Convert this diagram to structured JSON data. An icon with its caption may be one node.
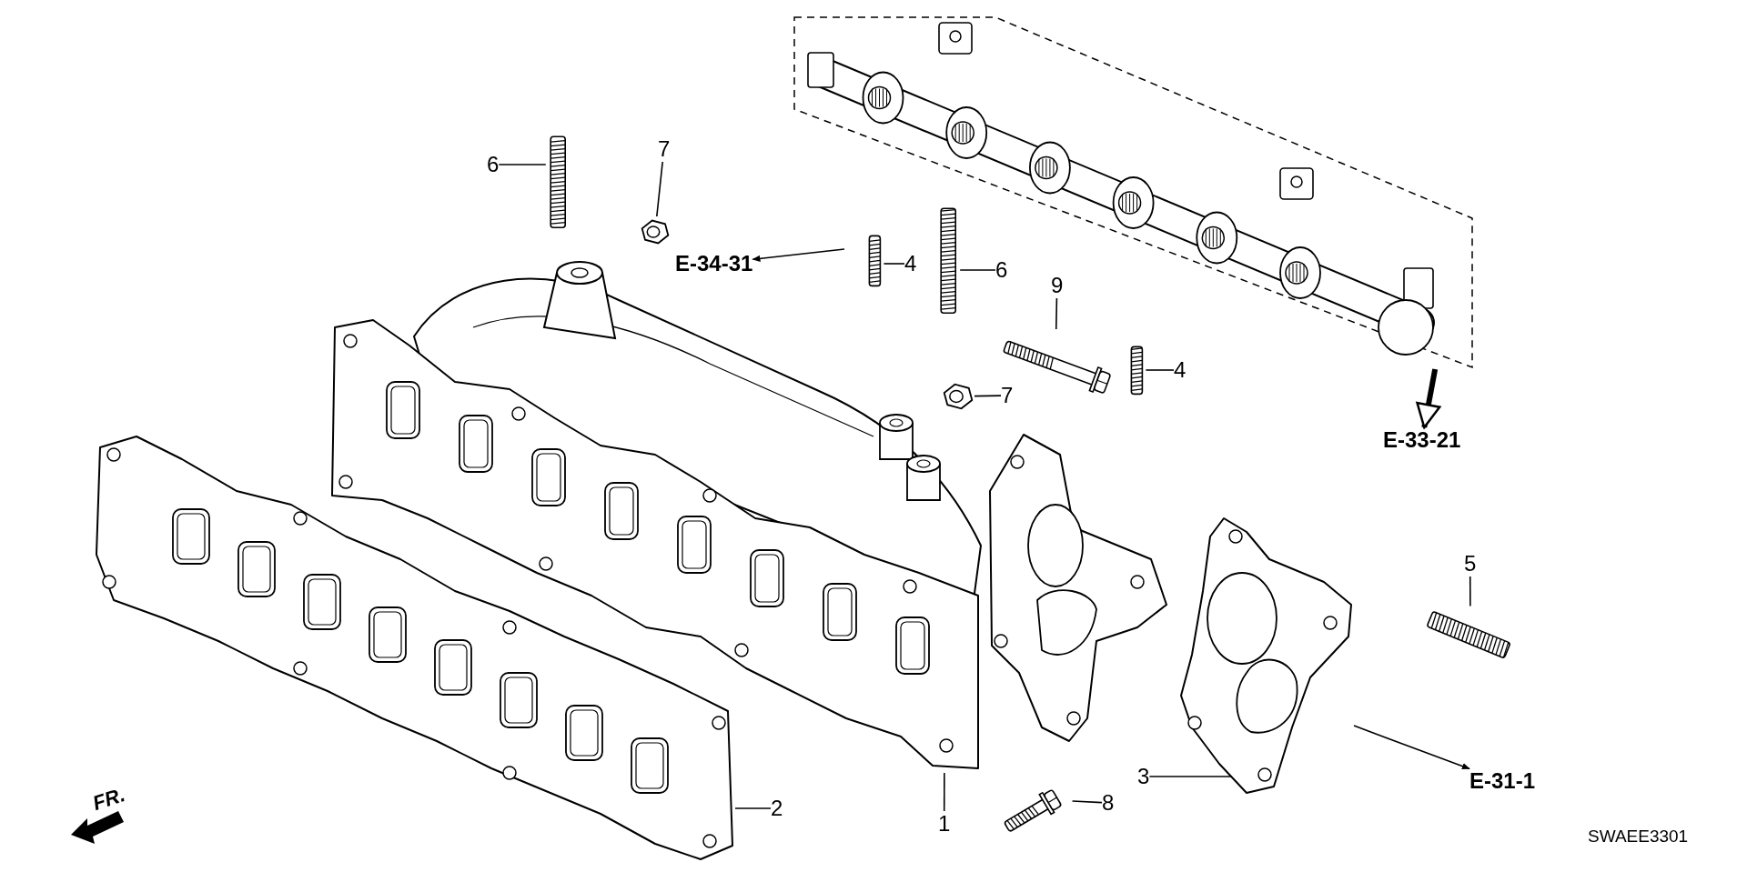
{
  "diagram": {
    "nodes": [
      {
        "text": [
          "6"
        ]
      },
      {
        "text": [],
        "shape": "picture"
      },
      {
        "text": [
          "7"
        ]
      },
      {
        "text": [],
        "shape": "picture"
      },
      {
        "text": [
          "E-34-31"
        ]
      },
      {
        "text": [
          "4"
        ]
      },
      {
        "text": [],
        "shape": "picture"
      },
      {
        "text": [
          "6"
        ]
      },
      {
        "text": [],
        "shape": "picture"
      },
      {
        "text": [
          "9"
        ]
      },
      {
        "text": [],
        "shape": "picture"
      },
      {
        "text": [
          "4"
        ]
      },
      {
        "text": [],
        "shape": "picture"
      },
      {
        "text": [
          "7"
        ]
      },
      {
        "text": [],
        "shape": "picture"
      },
      {
        "text": [],
        "shape": "picture"
      },
      {
        "text": [
          "E-33-21"
        ]
      },
      {
        "text": [],
        "shape": "picture"
      },
      {
        "text": [],
        "shape": "picture"
      },
      {
        "text": [],
        "shape": "picture"
      },
      {
        "text": [
          "5"
        ]
      },
      {
        "text": [],
        "shape": "picture"
      },
      {
        "text": [
          "E-31-1"
        ]
      },
      {
        "text": [
          "1"
        ]
      },
      {
        "text": [
          "8"
        ]
      },
      {
        "text": [],
        "shape": "picture"
      },
      {
        "text": [
          "2"
        ]
      },
      {
        "text": [
          "3"
        ]
      }
    ],
    "edges": [
      {
        "from": 0,
        "to": 1,
        "arrow": "none"
      },
      {
        "from": 2,
        "to": 3,
        "arrow": "none"
      },
      {
        "from": 5,
        "to": 6,
        "arrow": "none"
      },
      {
        "from": 7,
        "to": 8,
        "arrow": "none"
      },
      {
        "from": 9,
        "to": 10,
        "arrow": "none"
      },
      {
        "from": 11,
        "to": 12,
        "arrow": "none"
      },
      {
        "from": 13,
        "to": 14,
        "arrow": "none"
      },
      {
        "from": 20,
        "to": 21,
        "arrow": "none"
      },
      {
        "from": 23,
        "to": 17,
        "arrow": "none"
      },
      {
        "from": 24,
        "to": 25,
        "arrow": "none"
      },
      {
        "from": 26,
        "to": 18,
        "arrow": "none"
      },
      {
        "from": 27,
        "to": 19,
        "arrow": "none"
      },
      {
        "from": null,
        "to": 4,
        "arrow": "to"
      },
      {
        "from": 15,
        "to": 16,
        "arrow": "to",
        "style": "thick"
      },
      {
        "from": 19,
        "to": 22,
        "arrow": "to"
      }
    ],
    "labels": [
      "FR.",
      "SWAEE3301"
    ]
  }
}
